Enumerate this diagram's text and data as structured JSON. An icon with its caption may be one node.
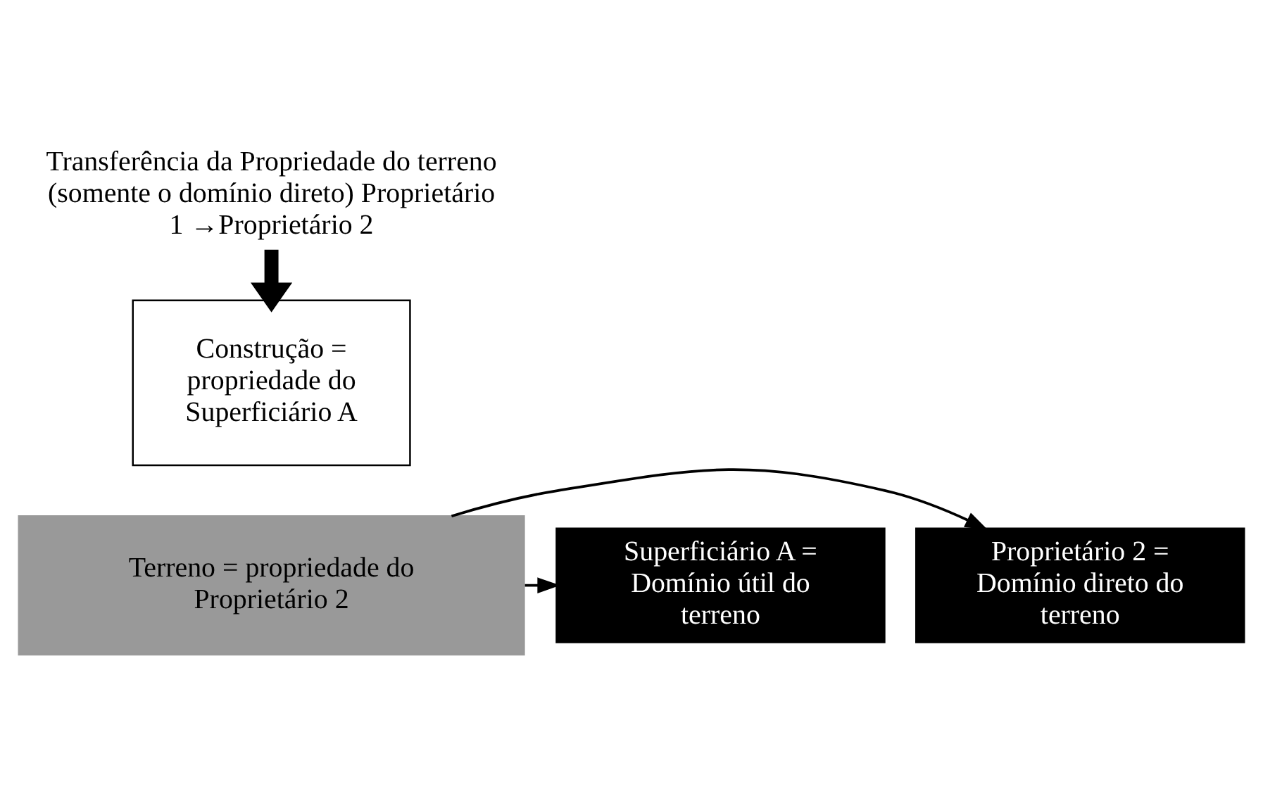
{
  "diagram": {
    "nodes": [
      {
        "text": [
          "Transferência da Propriedade do terreno (somente o domínio direto) Proprietário 1 →Proprietário 2"
        ]
      },
      {
        "text": [
          "Construção = propriedade do Superficiário A"
        ]
      },
      {
        "text": [
          "Terreno = propriedade do Proprietário 2"
        ]
      },
      {
        "text": [
          "Superficiário A = Domínio útil do terreno"
        ]
      },
      {
        "text": [
          "Proprietário 2 = Domínio direto do terreno"
        ]
      }
    ],
    "edges": [
      {
        "from": 0,
        "to": 1,
        "arrow": "to",
        "style": "thick"
      },
      {
        "from": 2,
        "to": 3,
        "arrow": "to"
      },
      {
        "from": 2,
        "to": 4,
        "arrow": "to"
      }
    ]
  }
}
